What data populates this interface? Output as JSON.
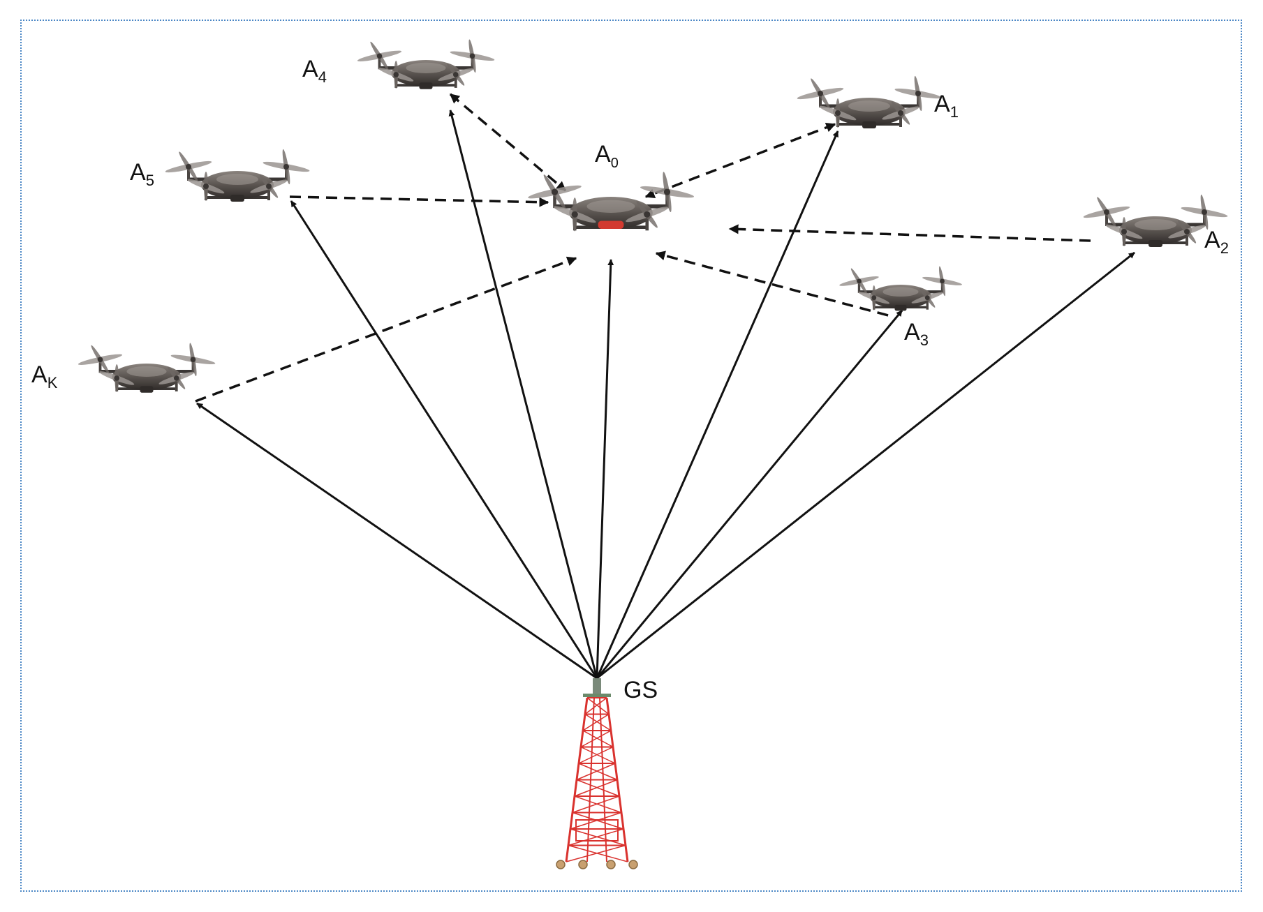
{
  "colors": {
    "frame": "#4a86c5",
    "link": "#111111",
    "drone_body": "#5a5450",
    "drone_dark": "#2f2b29",
    "tower": "#d9322e"
  },
  "nodes": [
    {
      "id": "A0",
      "base": "A",
      "sub": "0",
      "type": "leader-drone"
    },
    {
      "id": "A1",
      "base": "A",
      "sub": "1",
      "type": "drone"
    },
    {
      "id": "A2",
      "base": "A",
      "sub": "2",
      "type": "drone"
    },
    {
      "id": "A3",
      "base": "A",
      "sub": "3",
      "type": "drone"
    },
    {
      "id": "A4",
      "base": "A",
      "sub": "4",
      "type": "drone"
    },
    {
      "id": "A5",
      "base": "A",
      "sub": "5",
      "type": "drone"
    },
    {
      "id": "AK",
      "base": "A",
      "sub": "K",
      "type": "drone"
    },
    {
      "id": "GS",
      "base": "GS",
      "sub": "",
      "type": "ground-station"
    }
  ],
  "links": {
    "solid": [
      {
        "from": "GS",
        "to": "AK"
      },
      {
        "from": "GS",
        "to": "A5"
      },
      {
        "from": "GS",
        "to": "A4"
      },
      {
        "from": "GS",
        "to": "A0"
      },
      {
        "from": "GS",
        "to": "A1"
      },
      {
        "from": "GS",
        "to": "A3"
      },
      {
        "from": "GS",
        "to": "A2"
      }
    ],
    "dashed": [
      {
        "from": "A1",
        "to": "A0",
        "bidirectional": true
      },
      {
        "from": "A2",
        "to": "A0",
        "bidirectional": false
      },
      {
        "from": "A3",
        "to": "A0",
        "bidirectional": false
      },
      {
        "from": "A4",
        "to": "A0",
        "bidirectional": true
      },
      {
        "from": "A5",
        "to": "A0",
        "bidirectional": false
      },
      {
        "from": "AK",
        "to": "A0",
        "bidirectional": false
      }
    ]
  }
}
